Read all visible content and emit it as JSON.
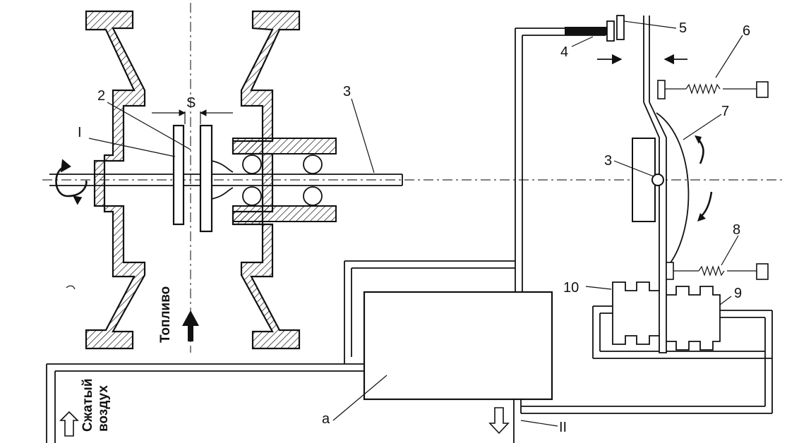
{
  "diagram": {
    "labels": {
      "l1": "I",
      "l2": "2",
      "l3_left": "3",
      "l3_right": "3",
      "l4": "4",
      "l5": "5",
      "l6": "6",
      "l7": "7",
      "l8": "8",
      "l9": "9",
      "l10": "10",
      "l11": "II",
      "la": "a",
      "gap": "S"
    },
    "vertical_text": {
      "fuel": "Топливо",
      "air_line1": "Сжатый",
      "air_line2": "воздух"
    },
    "colors": {
      "ink": "#111111",
      "background": "#ffffff"
    }
  }
}
